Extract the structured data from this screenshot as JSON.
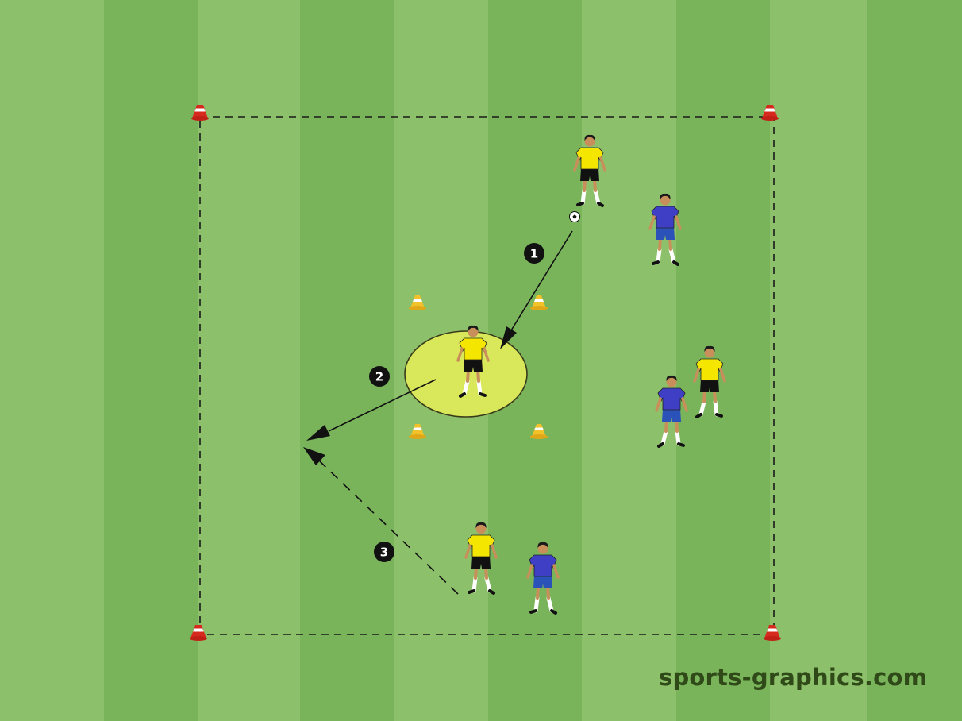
{
  "pitch": {
    "stripe_light": "#8cc06a",
    "stripe_dark": "#79b45b",
    "line_color": "#1a1a1a"
  },
  "zone": {
    "fill": "#d8e85a",
    "stroke": "#3a3a1a"
  },
  "teams": {
    "attackers": {
      "shirt": "#f5e600",
      "shorts": "#111111"
    },
    "defenders": {
      "shirt": "#3f3fc6",
      "shorts": "#2a52b8"
    }
  },
  "cones": {
    "corner": "red-white-cone",
    "zone": "yellow-cone"
  },
  "steps": [
    {
      "label": "1",
      "line": "solid"
    },
    {
      "label": "2",
      "line": "solid"
    },
    {
      "label": "3",
      "line": "dashed"
    }
  ],
  "watermark": "sports-graphics.com"
}
